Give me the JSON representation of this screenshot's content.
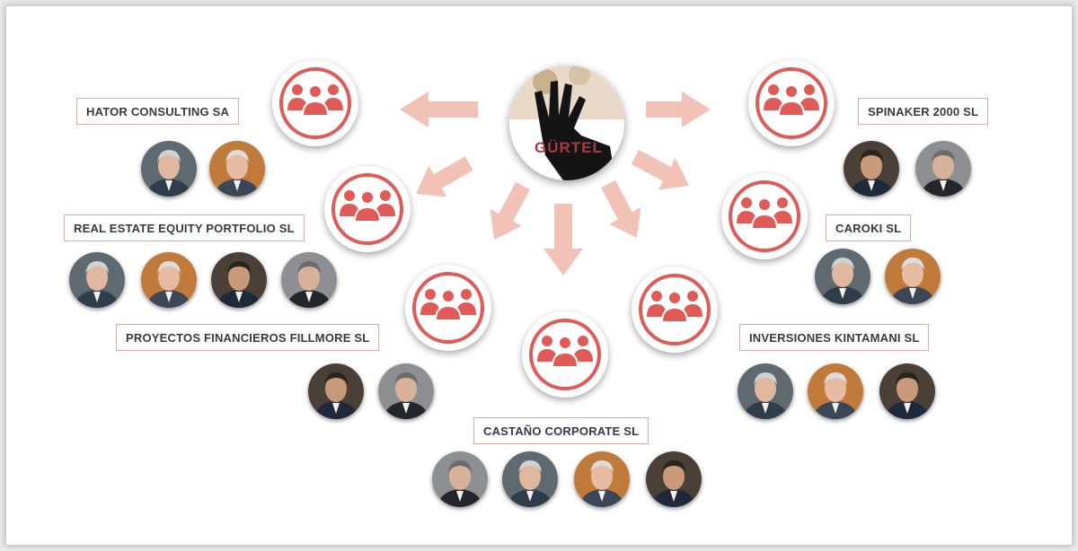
{
  "hub": {
    "title_a": "GÜRT",
    "title_b": "EL",
    "icon": "hand-icon"
  },
  "companies": [
    {
      "id": "hator",
      "label": "HATOR CONSULTING SA"
    },
    {
      "id": "spinaker",
      "label": "SPINAKER 2000 SL"
    },
    {
      "id": "real-estate",
      "label": "REAL ESTATE EQUITY PORTFOLIO SL"
    },
    {
      "id": "caroki",
      "label": "CAROKI SL"
    },
    {
      "id": "fillmore",
      "label": "PROYECTOS FINANCIEROS FILLMORE SL"
    },
    {
      "id": "kintamani",
      "label": "INVERSIONES KINTAMANI SL"
    },
    {
      "id": "castano",
      "label": "CASTAÑO CORPORATE SL"
    }
  ],
  "colors": {
    "accent": "#de5b57",
    "arrow": "#f3c2b6",
    "label_border": "#e3a995",
    "hub_text": "#a53b45"
  },
  "icons": {
    "company": "group-of-people-icon",
    "person": "person-portrait-icon"
  }
}
